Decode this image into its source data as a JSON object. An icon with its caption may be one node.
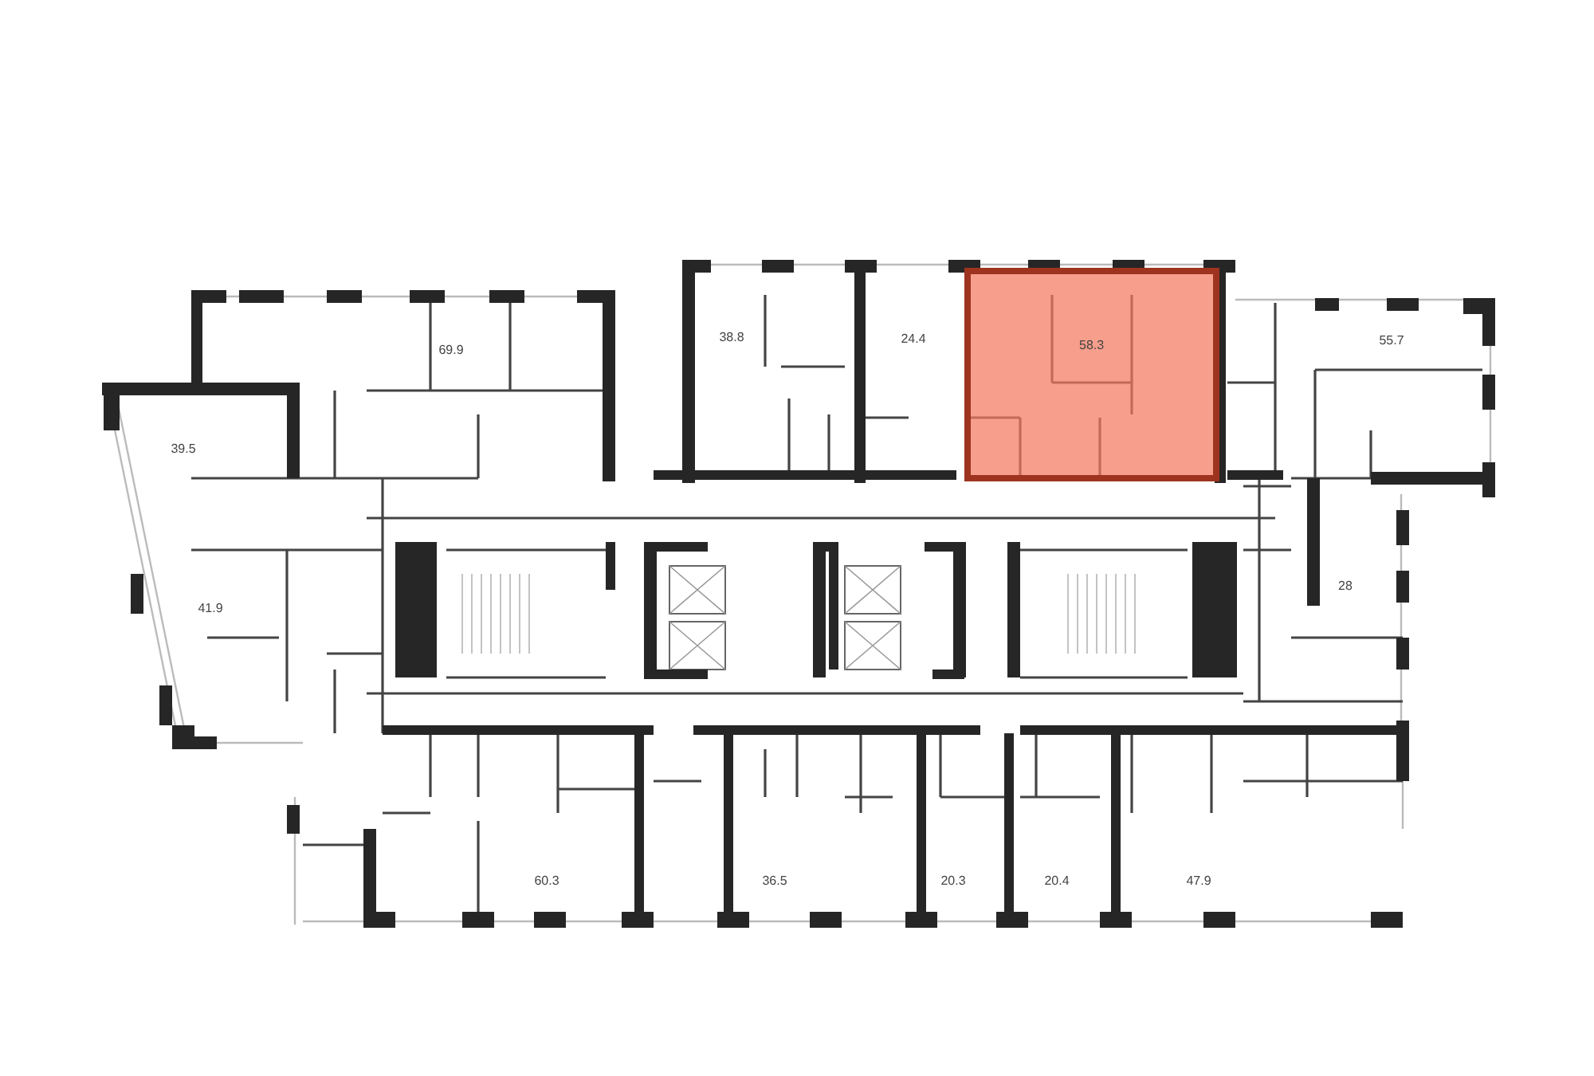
{
  "diagram": {
    "nodes": [
      {
        "text": [
          "69.9"
        ]
      },
      {
        "text": [
          "39.5"
        ]
      },
      {
        "text": [
          "41.9"
        ]
      },
      {
        "text": [
          "38.8"
        ]
      },
      {
        "text": [
          "24.4"
        ]
      },
      {
        "text": [
          "58.3"
        ]
      },
      {
        "text": [
          "55.7"
        ]
      },
      {
        "text": [
          "28"
        ]
      },
      {
        "text": [
          "60.3"
        ]
      },
      {
        "text": [
          "36.5"
        ]
      },
      {
        "text": [
          "20.3"
        ]
      },
      {
        "text": [
          "20.4"
        ]
      },
      {
        "text": [
          "47.9"
        ]
      }
    ]
  }
}
